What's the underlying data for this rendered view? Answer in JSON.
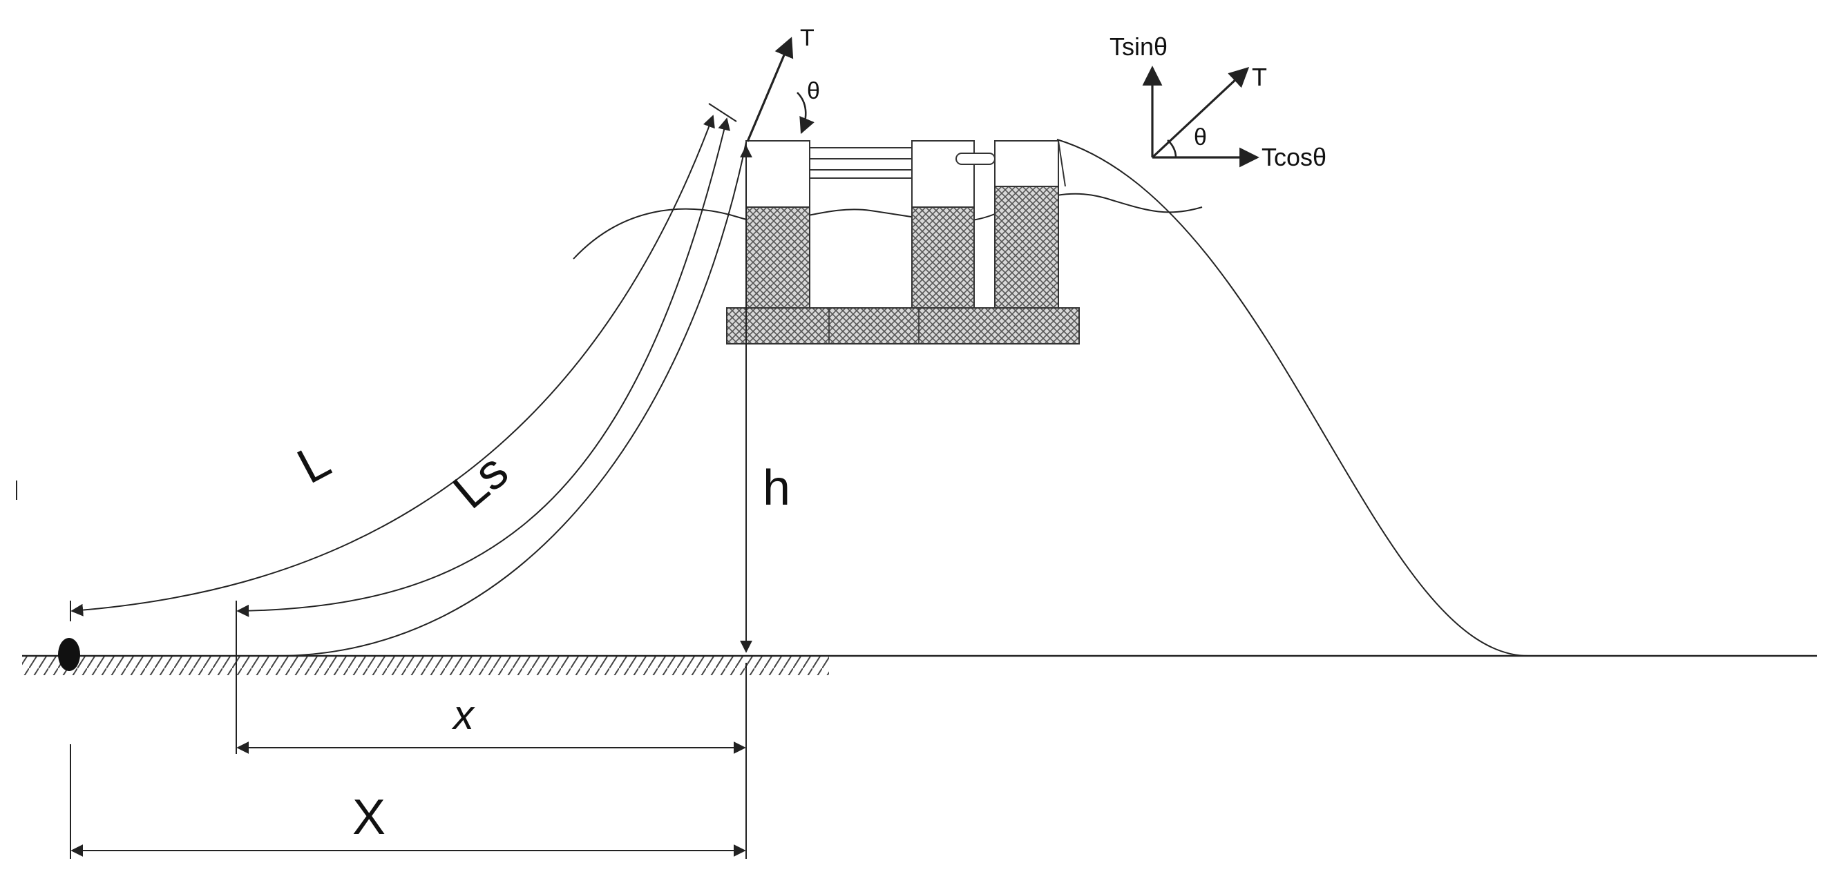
{
  "labels": {
    "tension": "T",
    "theta": "θ",
    "L": "L",
    "Ls": "Ls",
    "h": "h",
    "x_small": "x",
    "X_large": "X",
    "force_tension": "T",
    "force_vertical": "Tsinθ",
    "force_horizontal": "Tcosθ",
    "force_theta": "θ"
  },
  "colors": {
    "stroke": "#222222",
    "text": "#111111",
    "hatch": "#444444",
    "background": "#ffffff"
  }
}
